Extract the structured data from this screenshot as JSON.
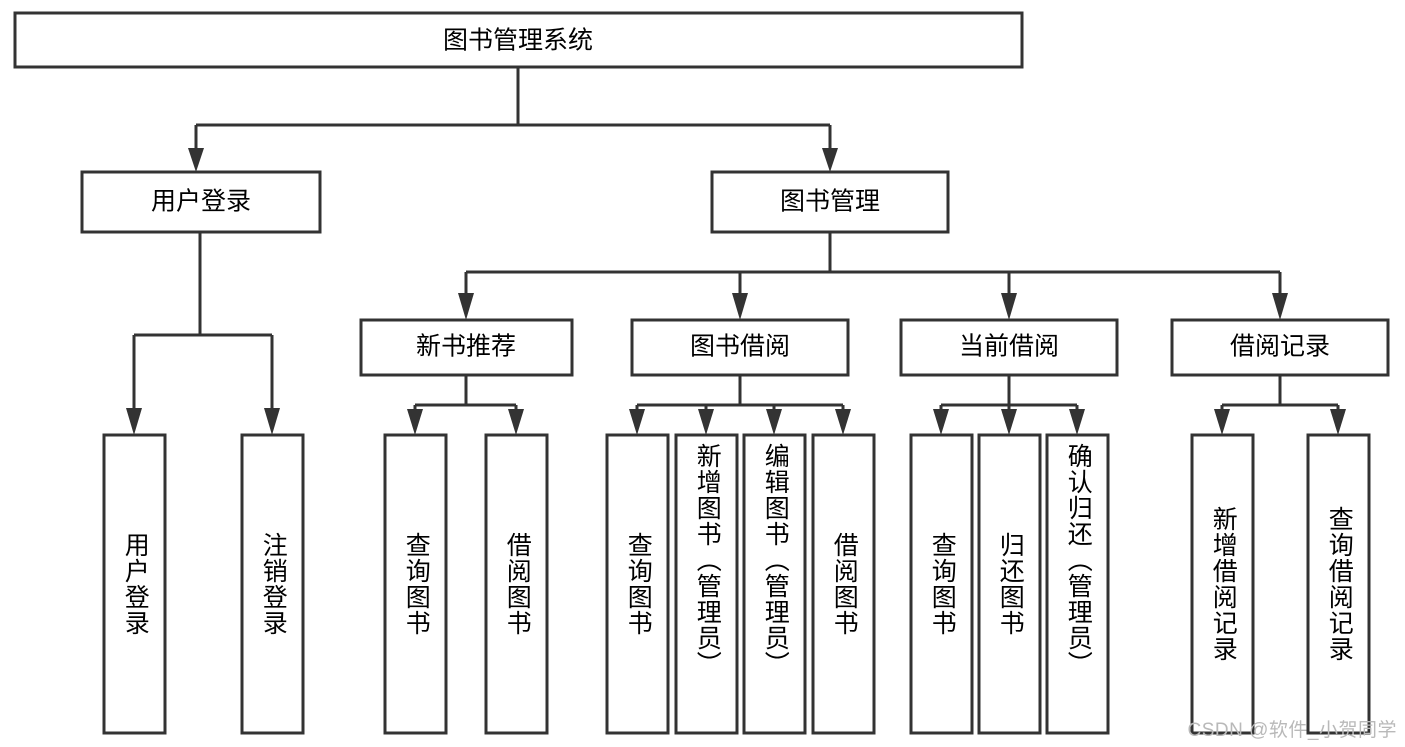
{
  "diagram": {
    "title": "图书管理系统",
    "watermark": "CSDN @软件_小贺同学",
    "colors": {
      "stroke": "#333333",
      "fill": "#ffffff",
      "text": "#000000",
      "watermark": "#b9b9b9"
    },
    "root": {
      "label": "图书管理系统"
    },
    "level2": [
      {
        "label": "用户登录"
      },
      {
        "label": "图书管理"
      }
    ],
    "level3": [
      {
        "label": "新书推荐"
      },
      {
        "label": "图书借阅"
      },
      {
        "label": "当前借阅"
      },
      {
        "label": "借阅记录"
      }
    ],
    "leaves": {
      "user_login": [
        {
          "label": "用户登录"
        },
        {
          "label": "注销登录"
        }
      ],
      "new_book": [
        {
          "label": "查询图书"
        },
        {
          "label": "借阅图书"
        }
      ],
      "book_borrow": [
        {
          "label": "查询图书"
        },
        {
          "label": "新增图书（管理员）"
        },
        {
          "label": "编辑图书（管理员）"
        },
        {
          "label": "借阅图书"
        }
      ],
      "current_borrow": [
        {
          "label": "查询图书"
        },
        {
          "label": "归还图书"
        },
        {
          "label": "确认归还（管理员）"
        }
      ],
      "borrow_record": [
        {
          "label": "新增借阅记录"
        },
        {
          "label": "查询借阅记录"
        }
      ]
    }
  }
}
